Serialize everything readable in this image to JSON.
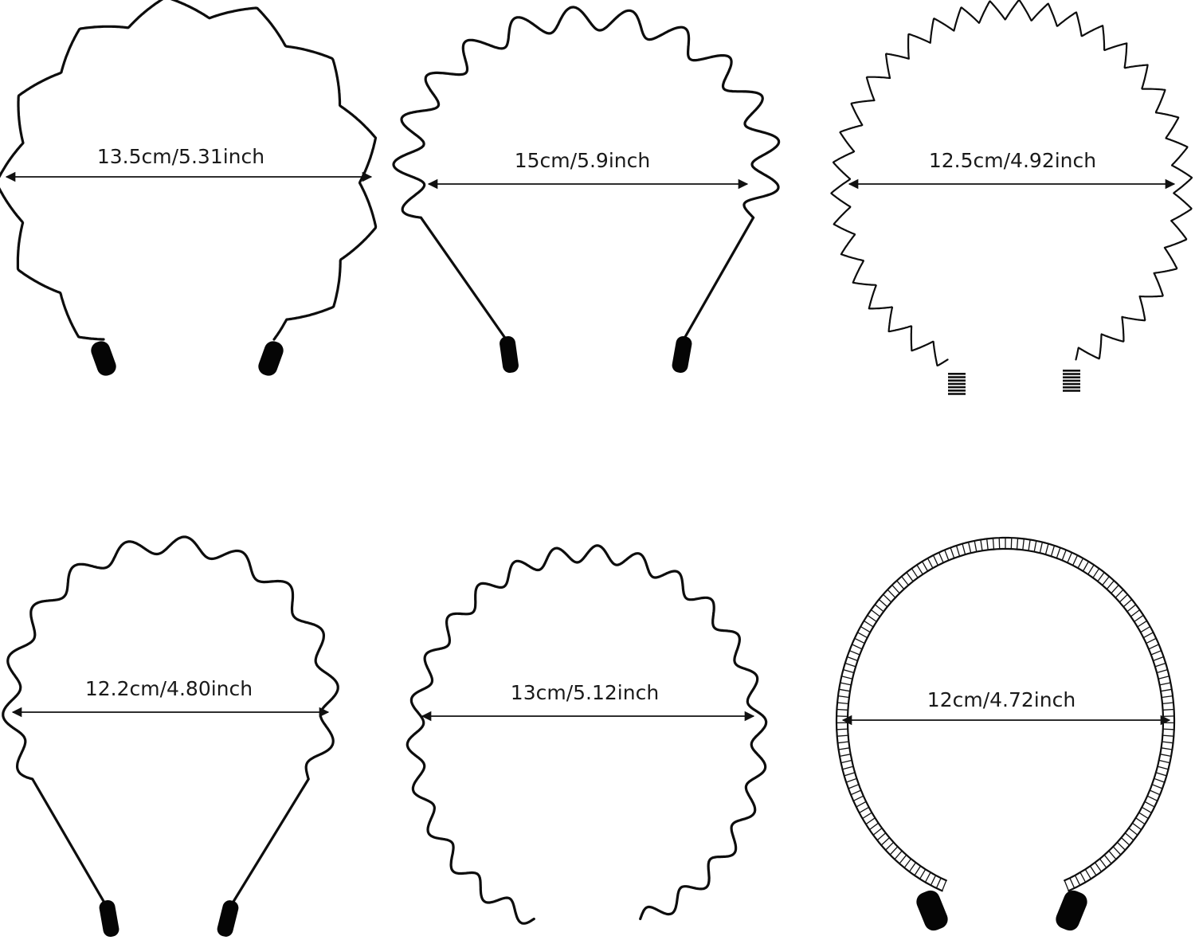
{
  "headbands": [
    {
      "measurement": "13.5cm/5.31inch"
    },
    {
      "measurement": "15cm/5.9inch"
    },
    {
      "measurement": "12.5cm/4.92inch"
    },
    {
      "measurement": "12.2cm/4.80inch"
    },
    {
      "measurement": "13cm/5.12inch"
    },
    {
      "measurement": "12cm/4.72inch"
    }
  ],
  "colors": {
    "wire": "#0d0d0d",
    "background": "#ffffff"
  }
}
